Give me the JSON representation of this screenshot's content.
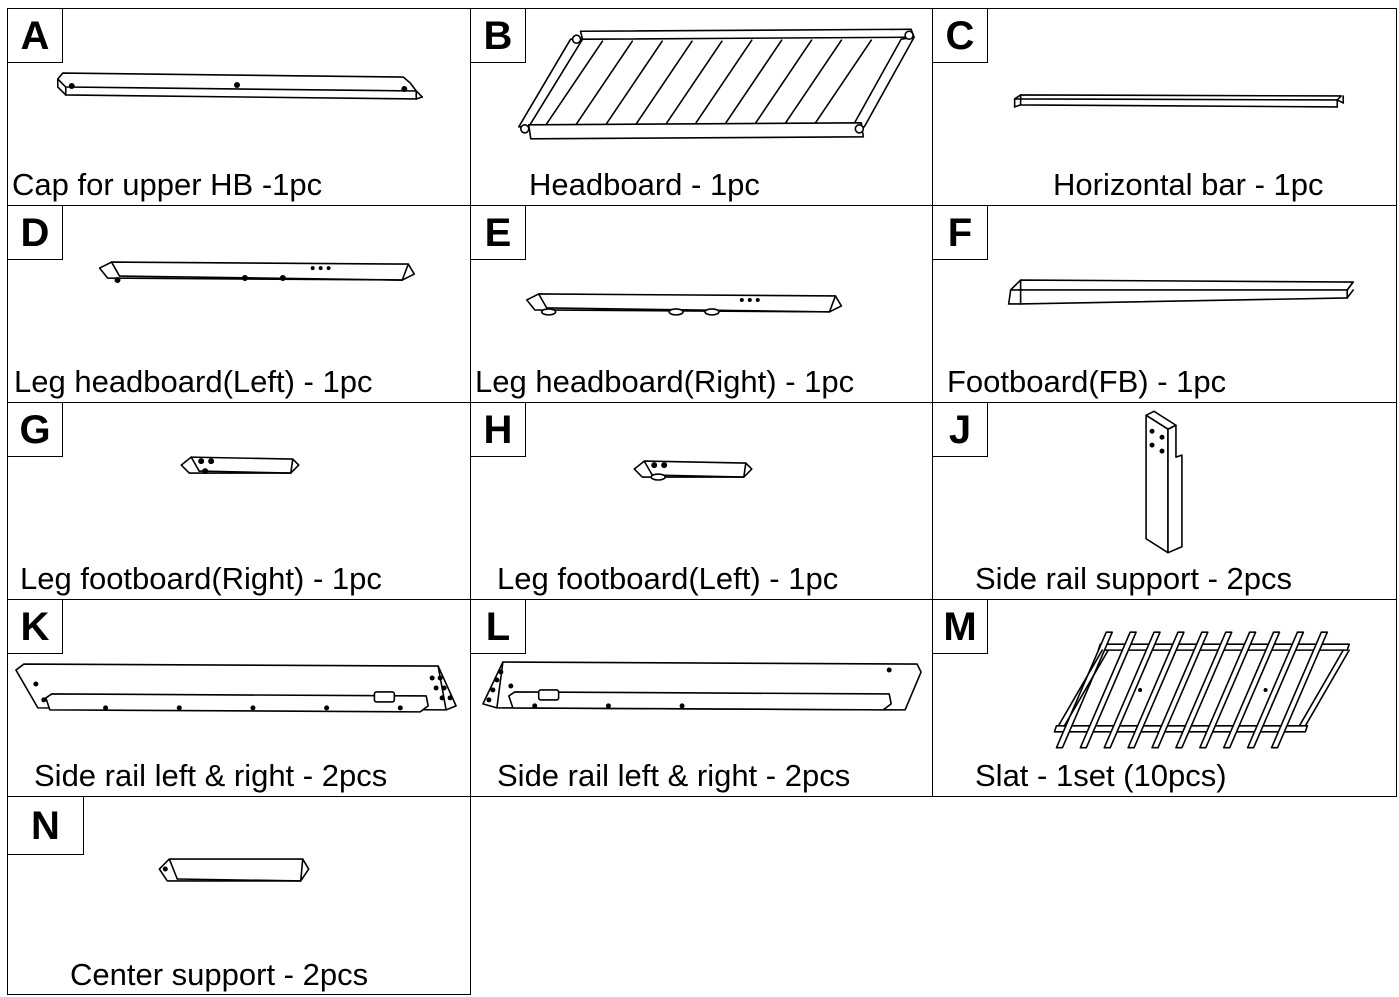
{
  "parts": [
    {
      "id": "A",
      "caption": "Cap for upper HB -1pc"
    },
    {
      "id": "B",
      "caption": "Headboard - 1pc"
    },
    {
      "id": "C",
      "caption": "Horizontal bar - 1pc"
    },
    {
      "id": "D",
      "caption": "Leg headboard(Left) - 1pc"
    },
    {
      "id": "E",
      "caption": "Leg headboard(Right) - 1pc"
    },
    {
      "id": "F",
      "caption": "Footboard(FB) - 1pc"
    },
    {
      "id": "G",
      "caption": "Leg footboard(Right) - 1pc"
    },
    {
      "id": "H",
      "caption": "Leg footboard(Left) - 1pc"
    },
    {
      "id": "J",
      "caption": "Side rail support - 2pcs"
    },
    {
      "id": "K",
      "caption": "Side rail left & right - 2pcs"
    },
    {
      "id": "L",
      "caption": "Side rail left & right - 2pcs"
    },
    {
      "id": "M",
      "caption": "Slat - 1set (10pcs)"
    },
    {
      "id": "N",
      "caption": "Center support - 2pcs"
    }
  ]
}
